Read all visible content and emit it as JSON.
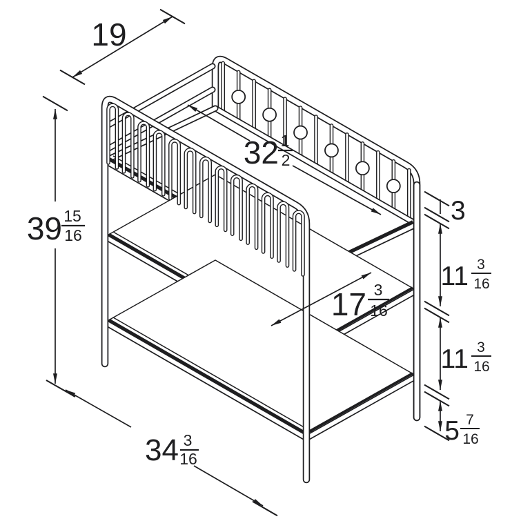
{
  "drawing": {
    "subject": "changing-table-isometric-dimension-drawing",
    "units_note": "inches"
  },
  "dimensions": {
    "depth": {
      "main": "19"
    },
    "overall_height": {
      "main": "39",
      "num": "15",
      "den": "16"
    },
    "top_rail_width": {
      "main": "32",
      "num": "1",
      "den": "2"
    },
    "pad_recess": {
      "main": "3"
    },
    "upper_shelf_gap": {
      "main": "11",
      "num": "3",
      "den": "16"
    },
    "lower_shelf_gap": {
      "main": "11",
      "num": "3",
      "den": "16"
    },
    "shelf_depth": {
      "main": "17",
      "num": "3",
      "den": "16"
    },
    "ground_clearance": {
      "main": "5",
      "num": "7",
      "den": "16"
    },
    "overall_width": {
      "main": "34",
      "num": "3",
      "den": "16"
    }
  },
  "colors": {
    "line": "#1e1e20",
    "background": "#ffffff"
  }
}
